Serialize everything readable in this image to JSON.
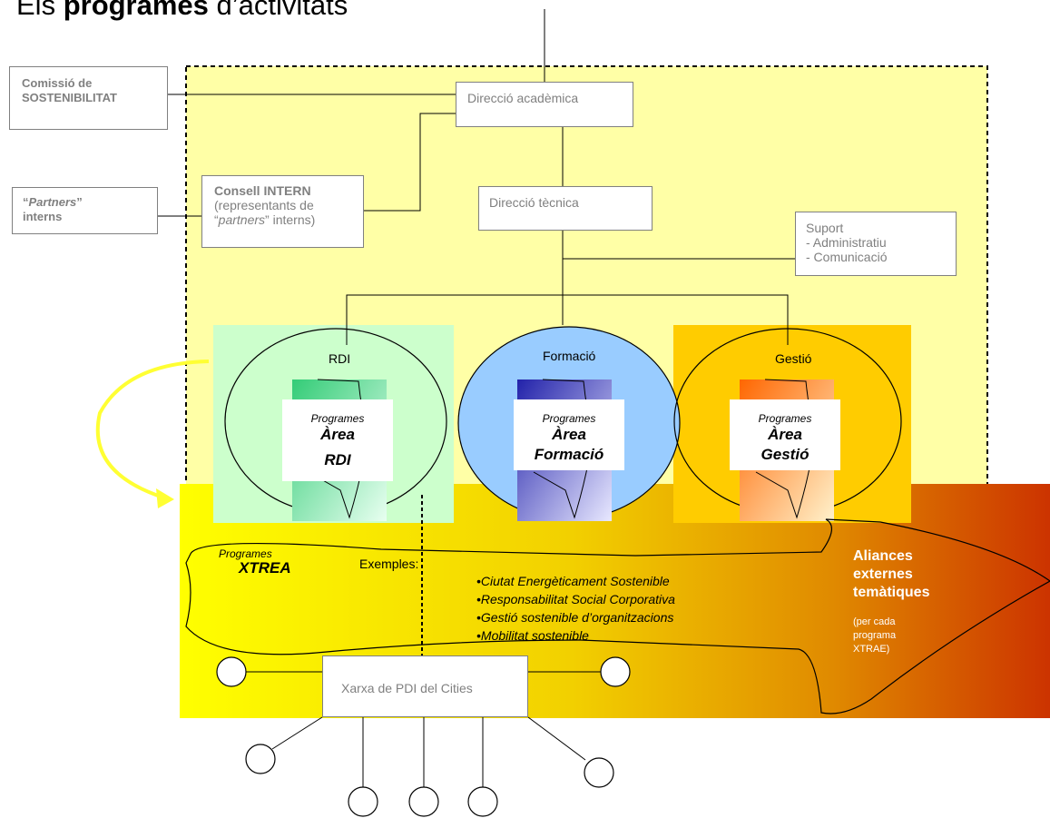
{
  "title": {
    "plain": "Els ",
    "bold": "programes",
    "tail": " d’activitats"
  },
  "boxes": {
    "comissio": [
      "Comissió de",
      "SOSTENIBILITAT"
    ],
    "direccio_academica": "Direcció acadèmica",
    "direccio_tecnica": "Direcció tècnica",
    "partners": {
      "q1": "“",
      "italic": "Partners",
      "q2": "”",
      "line2": "interns"
    },
    "consell": {
      "title": "Consell INTERN",
      "l1": "(representants de",
      "q1": "“",
      "italic": "partners",
      "tail": "” interns)"
    },
    "suport": [
      "Suport",
      "- Administratiu",
      "- Comunicació"
    ],
    "xarxa": "Xarxa de PDI del Cities"
  },
  "areas": {
    "rdi": {
      "label": "RDI",
      "small": "Programes",
      "line1": "Àrea",
      "line2": "RDI"
    },
    "formacio": {
      "label": "Formació",
      "small": "Programes",
      "line1": "Àrea",
      "line2": "Formació"
    },
    "gestio": {
      "label": "Gestió",
      "small": "Programes",
      "line1": "Àrea",
      "line2": "Gestió"
    }
  },
  "xtrea": {
    "small": "Programes",
    "big": "XTREA"
  },
  "examples": {
    "label": "Exemples:",
    "items": [
      "•Ciutat Energèticament Sostenible",
      "•Responsabilitat Social Corporativa",
      "•Gestió sostenible d’organitzacions",
      "•Mobilitat sostenible"
    ]
  },
  "alliances": {
    "title": [
      "Aliances",
      "externes",
      "temàtiques"
    ],
    "note": [
      "(per cada",
      "programa",
      "XTRAE)"
    ]
  },
  "colors": {
    "yellow_panel": "#FFFFA6",
    "rdi_fill": "#CCFFCC",
    "formacio_fill": "#99CCFF",
    "gestio_fill": "#FFCC00",
    "band_start": "#FFFF00",
    "band_end": "#CC3300",
    "arrow": "#FFFF33"
  }
}
